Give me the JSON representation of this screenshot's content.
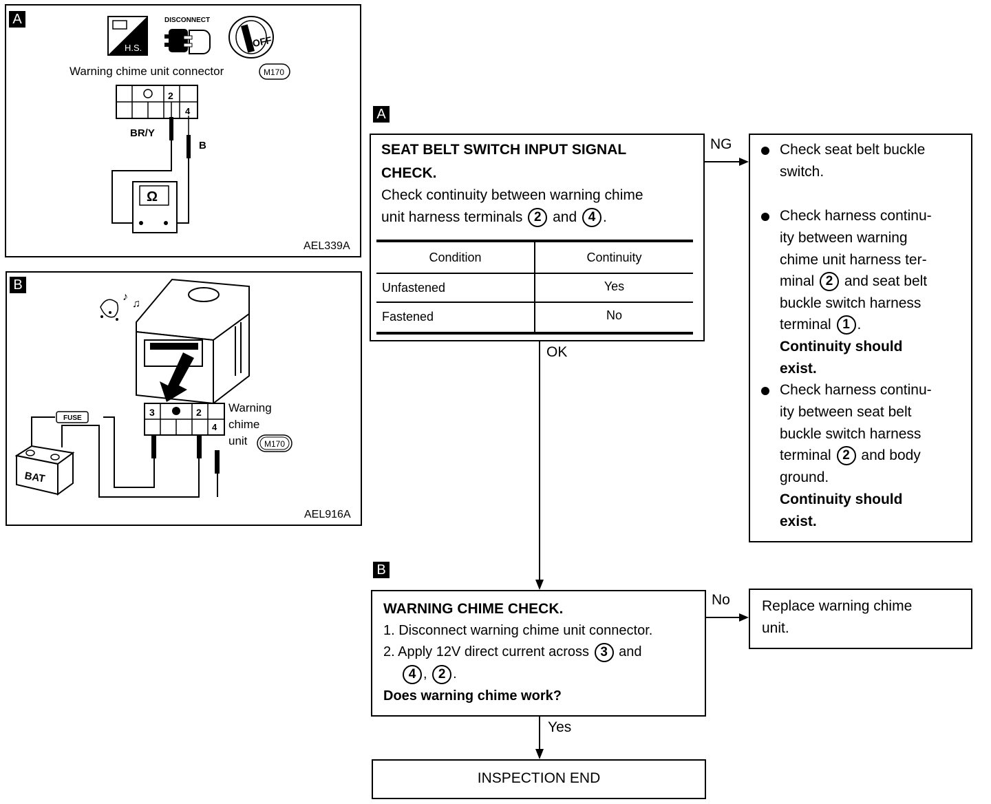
{
  "panel_a": {
    "tag": "A",
    "hs_label": "H.S.",
    "disconnect_label": "DISCONNECT",
    "off_label": "OFF",
    "connector_label": "Warning chime unit connector",
    "connector_code": "M170",
    "pin_2": "2",
    "pin_4": "4",
    "wire_bry": "BR/Y",
    "wire_b": "B",
    "meter_symbol": "Ω",
    "caption": "AEL339A"
  },
  "panel_b": {
    "tag": "B",
    "fuse_label": "FUSE",
    "bat_label": "BAT",
    "pin_3": "3",
    "pin_2": "2",
    "pin_4": "4",
    "unit_label_1": "Warning",
    "unit_label_2": "chime",
    "unit_label_3": "unit",
    "connector_code": "M170",
    "caption": "AEL916A"
  },
  "flow": {
    "tag_a": "A",
    "tag_b": "B",
    "step1": {
      "title_1": "SEAT BELT SWITCH INPUT SIGNAL",
      "title_2": "CHECK.",
      "text_1": "Check continuity between warning chime",
      "text_2a": "unit harness terminals",
      "term_a": "2",
      "text_2b": "and",
      "term_b": "4",
      "text_2c": ".",
      "table": {
        "headers": [
          "Condition",
          "Continuity"
        ],
        "rows": [
          [
            "Unfastened",
            "Yes"
          ],
          [
            "Fastened",
            "No"
          ]
        ]
      }
    },
    "ng_label": "NG",
    "ok_label": "OK",
    "ng_box": {
      "b1_l1": "Check seat belt buckle",
      "b1_l2": "switch.",
      "b2_l1": "Check harness continu-",
      "b2_l2": "ity between warning",
      "b2_l3": "chime unit harness ter-",
      "b2_l4a": "minal",
      "b2_term1": "2",
      "b2_l4b": "and seat belt",
      "b2_l5": "buckle switch harness",
      "b2_l6a": "terminal",
      "b2_term2": "1",
      "b2_l6b": ".",
      "b2_bold_1": "Continuity should",
      "b2_bold_2": "exist.",
      "b3_l1": "Check harness continu-",
      "b3_l2": "ity between seat belt",
      "b3_l3": "buckle switch harness",
      "b3_l4a": "terminal",
      "b3_term": "2",
      "b3_l4b": "and body",
      "b3_l5": "ground.",
      "b3_bold_1": "Continuity should",
      "b3_bold_2": "exist."
    },
    "step2": {
      "title": "WARNING CHIME CHECK.",
      "line_1": "1. Disconnect warning chime unit connector.",
      "line_2a": "2. Apply 12V direct current across",
      "term_3": "3",
      "line_2b": "and",
      "term_4": "4",
      "comma": ",",
      "term_2": "2",
      "period": ".",
      "question": "Does warning chime work?"
    },
    "no_label": "No",
    "no_box": {
      "line_1": "Replace warning chime",
      "line_2": "unit."
    },
    "yes_label": "Yes",
    "end_label": "INSPECTION END"
  }
}
